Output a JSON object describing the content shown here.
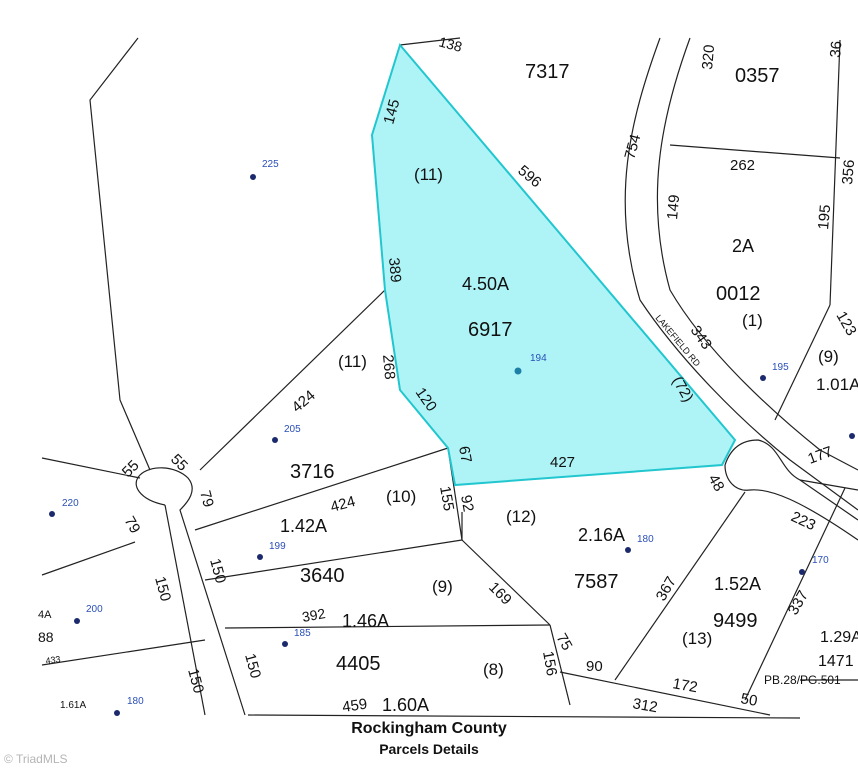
{
  "map": {
    "subject_parcel": {
      "acreage": "4.50A",
      "parcel_id": "6917",
      "lot_no": "(11)",
      "address_no": "194",
      "fill_color": "#aef4f7",
      "stroke_color": "#22c6cf",
      "dims": {
        "d145": "145",
        "d596": "596",
        "d389": "389",
        "d268": "268",
        "d120": "120",
        "d67": "67",
        "d427": "427",
        "d72": "(72)"
      }
    },
    "road": {
      "name": "LAKEFIELD RD"
    },
    "texts": {
      "t7317": "7317",
      "t0357": "0357",
      "t320": "320",
      "t36": "36",
      "t754": "754",
      "t262": "262",
      "t356": "356",
      "t149": "149",
      "t195d": "195",
      "t2A": "2A",
      "t0012": "0012",
      "t1a": "(1)",
      "t343": "343",
      "t123": "123",
      "t9a": "(9)",
      "t101": "1.01A",
      "t177": "177",
      "t48": "48",
      "t223": "223",
      "t11b": "(11)",
      "t424a": "424",
      "t3716": "3716",
      "t55a": "55",
      "t55b": "55",
      "t79a": "79",
      "t79b": "79",
      "t424b": "424",
      "t10": "(10)",
      "t155": "155",
      "t92": "92",
      "t12": "(12)",
      "t216": "2.16A",
      "t7587": "7587",
      "t142": "1.42A",
      "t3640": "3640",
      "t150a": "150",
      "t150b": "150",
      "t9b": "(9)",
      "t169": "169",
      "t367": "367",
      "t152": "1.52A",
      "t9499": "9499",
      "t13": "(13)",
      "t337": "337",
      "t129": "1.29A",
      "t1471": "1471",
      "tpb": "PB.28/PG.501",
      "t392": "392",
      "t146": "1.46A",
      "t4405": "4405",
      "t8": "(8)",
      "t75": "75",
      "t156": "156",
      "t90": "90",
      "t172": "172",
      "t50": "50",
      "t312": "312",
      "t459": "459",
      "t160": "1.60A",
      "t150c": "150",
      "t150d": "150",
      "t433": "433",
      "t88": "88",
      "t4A": "4A",
      "t161": "1.61A",
      "t138": "138"
    },
    "address_points": [
      {
        "label": "225",
        "color": "#1a2a6c"
      },
      {
        "label": "205",
        "color": "#1a2a6c"
      },
      {
        "label": "220",
        "color": "#1a2a6c"
      },
      {
        "label": "199",
        "color": "#1a2a6c"
      },
      {
        "label": "200",
        "color": "#1a2a6c"
      },
      {
        "label": "185",
        "color": "#1a2a6c"
      },
      {
        "label": "180",
        "color": "#1a2a6c"
      },
      {
        "label": "195",
        "color": "#1a2a6c"
      },
      {
        "label": "180",
        "color": "#1a2a6c"
      },
      {
        "label": "170",
        "color": "#1a2a6c"
      }
    ]
  },
  "footer": {
    "line1": "Rockingham County",
    "line2": "Parcels Details"
  },
  "watermark": "© TriadMLS"
}
